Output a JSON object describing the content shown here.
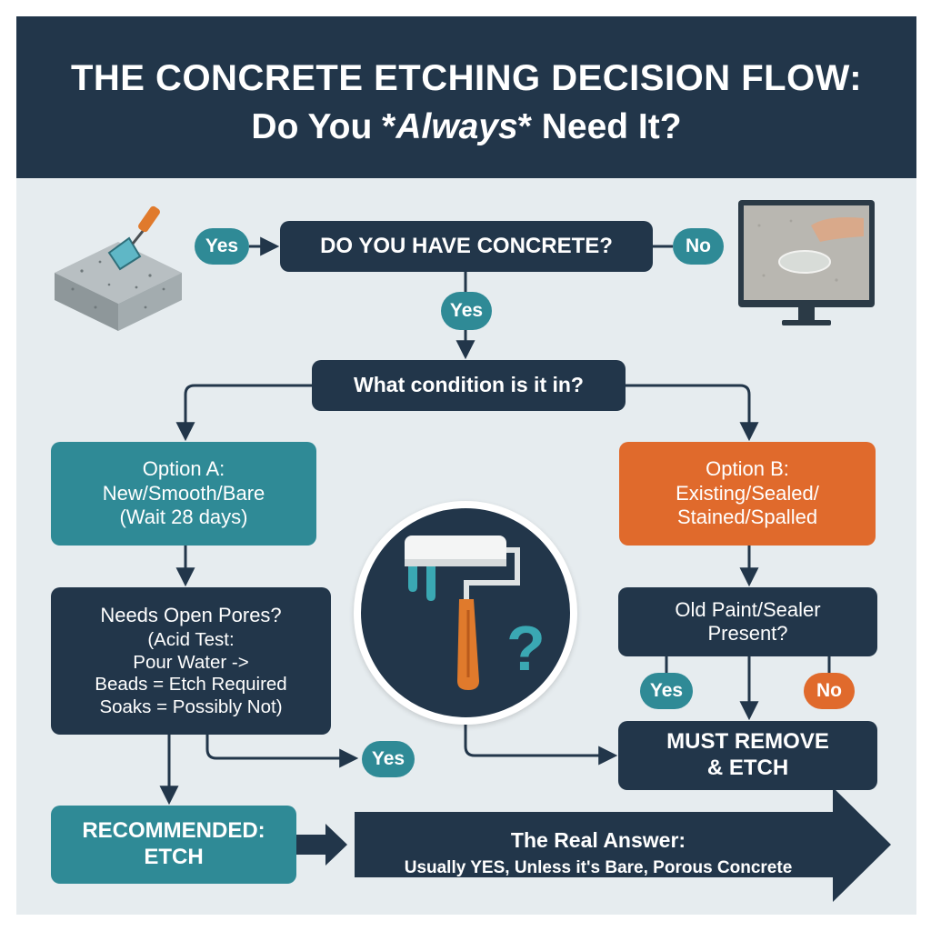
{
  "header": {
    "title_line1": "THE CONCRETE ETCHING DECISION FLOW:",
    "title_line2_pre": "Do You *",
    "title_line2_em": "Always",
    "title_line2_post": "* Need It?"
  },
  "top": {
    "yes_left": "Yes",
    "question": "DO YOU HAVE CONCRETE?",
    "no_right": "No",
    "yes_down": "Yes"
  },
  "condition": {
    "question": "What condition is it in?"
  },
  "option_a": {
    "line1": "Option A:",
    "line2": "New/Smooth/Bare",
    "line3": "(Wait 28 days)"
  },
  "option_b": {
    "line1": "Option B:",
    "line2": "Existing/Sealed/",
    "line3": "Stained/Spalled"
  },
  "pores": {
    "line1": "Needs Open Pores?",
    "line2": "(Acid Test:",
    "line3": "Pour Water ->",
    "line4": "Beads = Etch Required",
    "line5": "Soaks = Possibly Not)",
    "yes_label": "Yes"
  },
  "old_paint": {
    "line1": "Old Paint/Sealer",
    "line2": "Present?",
    "yes_label": "Yes",
    "no_label": "No"
  },
  "must_remove": {
    "line1": "MUST REMOVE",
    "line2": "& ETCH"
  },
  "recommended": {
    "line1": "RECOMMENDED:",
    "line2": "ETCH"
  },
  "answer": {
    "title": "The Real Answer:",
    "body": "Usually YES, Unless it's Bare, Porous Concrete"
  },
  "colors": {
    "navy": "#22364a",
    "teal": "#2f8a96",
    "orange": "#e06a2c",
    "background": "#e6ecef"
  },
  "icons": [
    "concrete-block-trowel-icon",
    "monitor-water-bead-icon",
    "paint-roller-question-icon"
  ]
}
